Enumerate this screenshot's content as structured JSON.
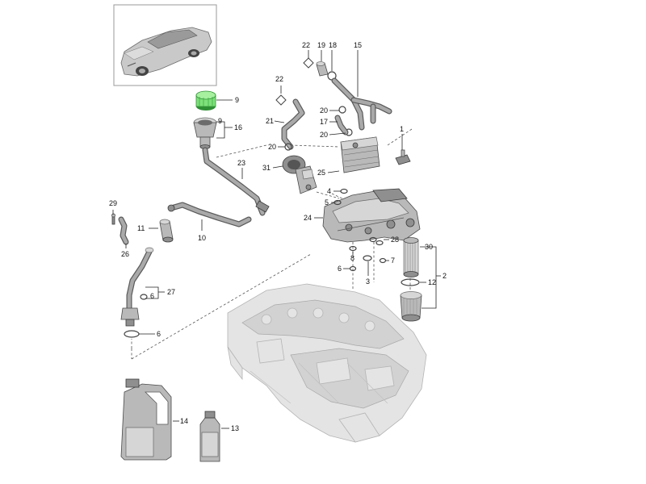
{
  "colors": {
    "highlight_part": "#7ee07a",
    "highlight_part_dark": "#2e8f34",
    "part_grey": "#b9b9b9",
    "engine_grey": "#e4e4e4"
  },
  "icons": {
    "vehicle_thumbnail": "car-thumbnail-icon"
  },
  "callouts": {
    "c1": "1",
    "c2": "2",
    "c3": "3",
    "c4": "4",
    "c5": "5",
    "c6a": "6",
    "c6b": "6",
    "c6c": "6",
    "c7": "7",
    "c8": "8",
    "c9a": "9",
    "c9b": "9",
    "c10": "10",
    "c11": "11",
    "c12": "12",
    "c13": "13",
    "c14": "14",
    "c15": "15",
    "c16": "16",
    "c17": "17",
    "c18": "18",
    "c19": "19",
    "c20a": "20",
    "c20b": "20",
    "c20c": "20",
    "c21": "21",
    "c22a": "22",
    "c22b": "22",
    "c23": "23",
    "c24": "24",
    "c25": "25",
    "c26": "26",
    "c27": "27",
    "c28": "28",
    "c29": "29",
    "c30": "30",
    "c31": "31"
  }
}
